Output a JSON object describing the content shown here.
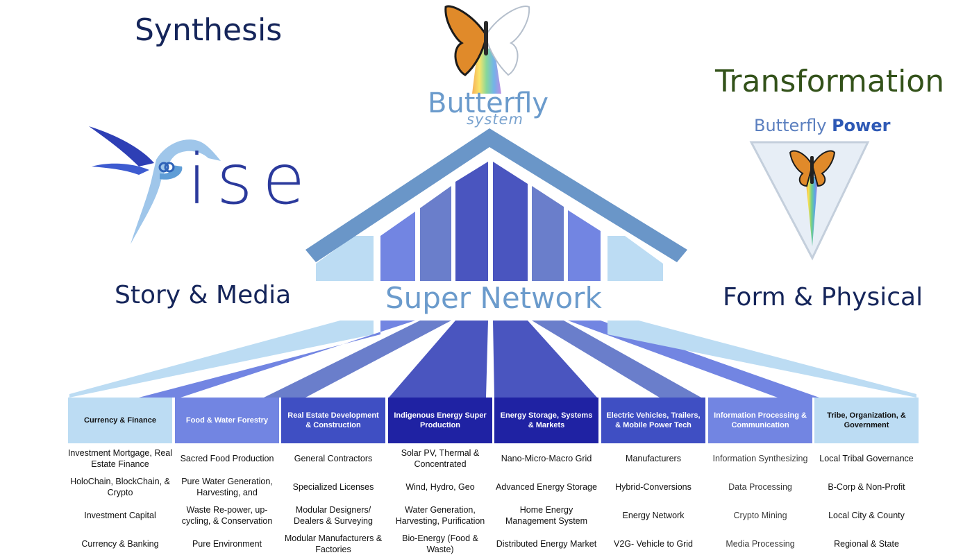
{
  "titles": {
    "synthesis": "Synthesis",
    "transformation": "Transformation",
    "story_media": "Story & Media",
    "form_physical": "Form & Physical",
    "super_network": "Super Network"
  },
  "logos": {
    "butterfly_system_title": "Butterfly",
    "butterfly_system_sub": "system",
    "butterfly_power_a": "Butterfly",
    "butterfly_power_b": "Power",
    "ise": "ise"
  },
  "colors": {
    "dark_navy": "#15255a",
    "transformation_green": "#33521a",
    "roof_blue": "#6a96c8",
    "light_blue": "#bcdcf3",
    "mid_blue": "#7285e2",
    "slate_blue": "#6a7ecb",
    "deep_blue": "#4a55bf",
    "royal_blue": "#2020a0"
  },
  "columns": [
    {
      "header": "Currency & Finance",
      "header_bg": "#bcdcf3",
      "header_fg": "#111111",
      "items": [
        "Investment Mortgage, Real Estate Finance",
        "HoloChain, BlockChain, & Crypto",
        "Investment Capital",
        "Currency & Banking"
      ]
    },
    {
      "header": "Food & Water Forestry",
      "header_bg": "#7285e2",
      "header_fg": "#ffffff",
      "items": [
        "Sacred Food Production",
        "Pure Water Generation, Harvesting, and",
        "Waste Re-power, up-cycling, & Conservation",
        "Pure Environment"
      ]
    },
    {
      "header": "Real Estate Development & Construction",
      "header_bg": "#3f4fc3",
      "header_fg": "#ffffff",
      "items": [
        "General Contractors",
        "Specialized Licenses",
        "Modular Designers/ Dealers & Surveying",
        "Modular Manufacturers & Factories"
      ]
    },
    {
      "header": "Indigenous Energy Super Production",
      "header_bg": "#1f22a3",
      "header_fg": "#ffffff",
      "items": [
        "Solar PV, Thermal & Concentrated",
        "Wind, Hydro, Geo",
        "Water Generation, Harvesting, Purification",
        "Bio-Energy (Food & Waste)"
      ]
    },
    {
      "header": "Energy Storage, Systems & Markets",
      "header_bg": "#1f22a3",
      "header_fg": "#ffffff",
      "items": [
        "Nano-Micro-Macro Grid",
        "Advanced Energy Storage",
        "Home Energy Management System",
        "Distributed Energy Market"
      ]
    },
    {
      "header": "Electric Vehicles, Trailers, & Mobile Power Tech",
      "header_bg": "#3f4fc3",
      "header_fg": "#ffffff",
      "items": [
        "Manufacturers",
        "Hybrid-Conversions",
        "Energy Network",
        "V2G- Vehicle to Grid"
      ]
    },
    {
      "header": "Information Processing & Communication",
      "header_bg": "#7285e2",
      "header_fg": "#ffffff",
      "items": [
        "Information Synthesizing",
        "Data Processing",
        "Crypto Mining",
        "Media Processing"
      ]
    },
    {
      "header": "Tribe, Organization, & Government",
      "header_bg": "#bcdcf3",
      "header_fg": "#111111",
      "items": [
        "Local Tribal Governance",
        "B-Corp & Non-Profit",
        "Local City & County",
        "Regional & State"
      ]
    }
  ]
}
